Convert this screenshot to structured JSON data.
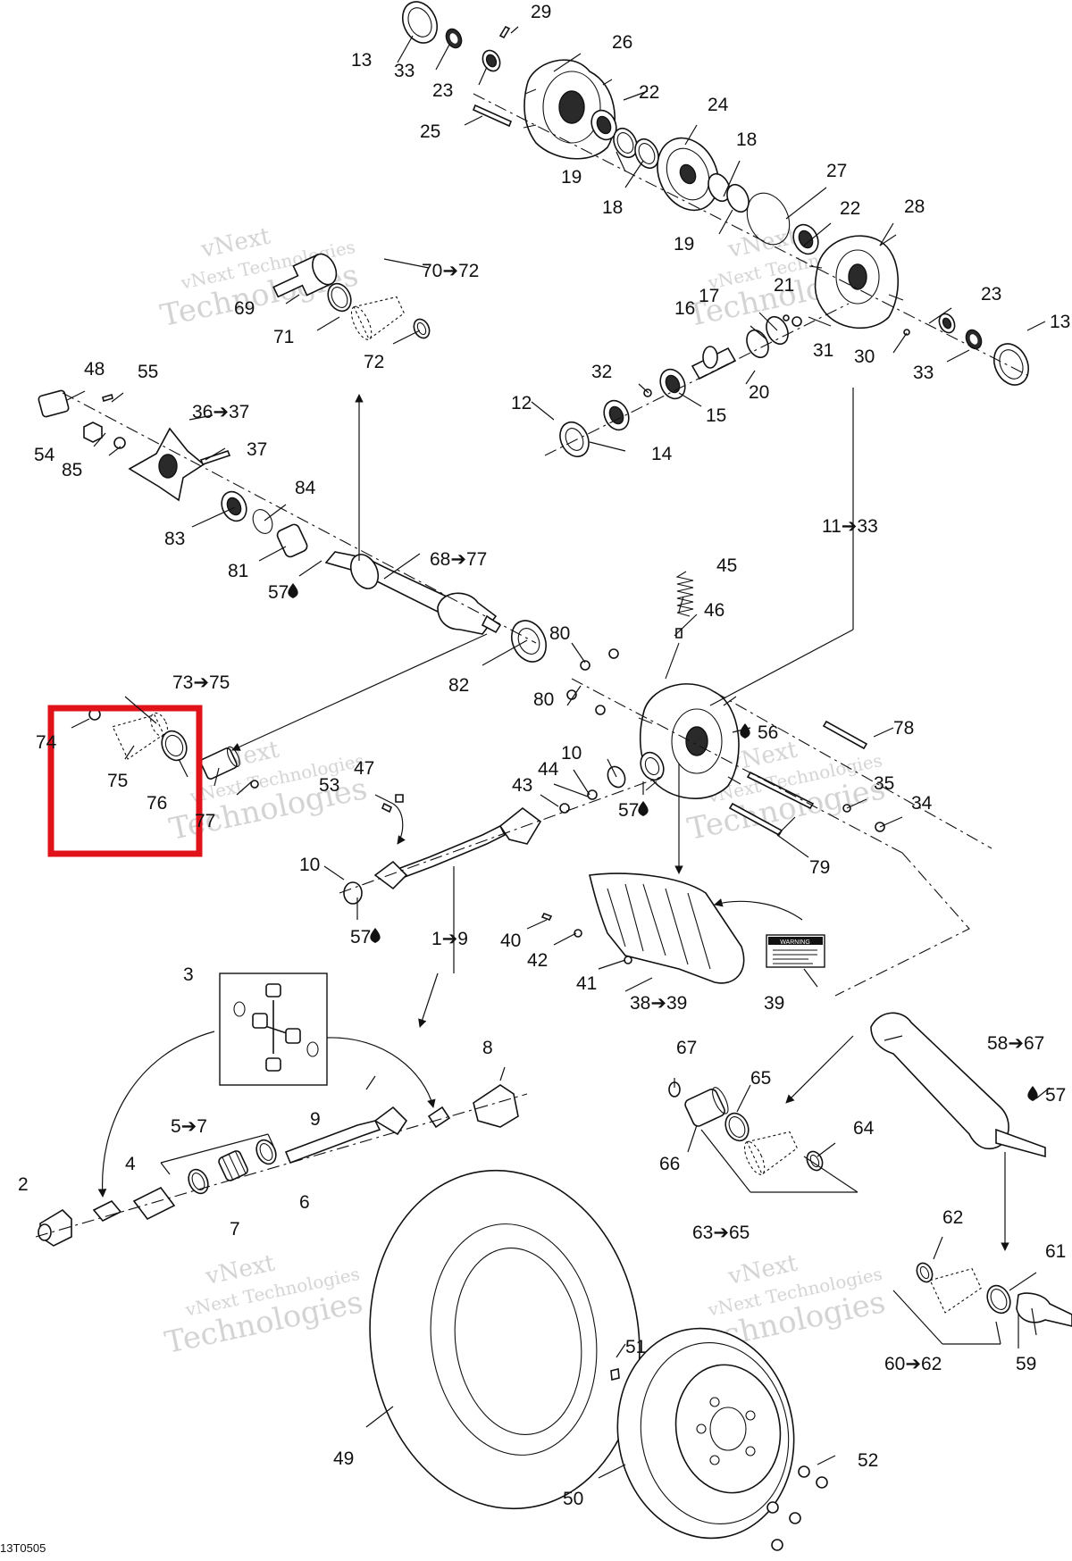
{
  "diagram": {
    "code": "13T0505",
    "highlight_label": "highlight-box",
    "watermark": {
      "line1": "vNext",
      "line2": "vNext Technologies",
      "line3": "Technologies"
    },
    "labels": [
      {
        "id": "l13a",
        "text": "13"
      },
      {
        "id": "l33a",
        "text": "33"
      },
      {
        "id": "l23a",
        "text": "23"
      },
      {
        "id": "l29",
        "text": "29"
      },
      {
        "id": "l26",
        "text": "26"
      },
      {
        "id": "l22a",
        "text": "22"
      },
      {
        "id": "l25",
        "text": "25"
      },
      {
        "id": "l24",
        "text": "24"
      },
      {
        "id": "l18a",
        "text": "18"
      },
      {
        "id": "l19a",
        "text": "19"
      },
      {
        "id": "l18b",
        "text": "18"
      },
      {
        "id": "l27",
        "text": "27"
      },
      {
        "id": "l19b",
        "text": "19"
      },
      {
        "id": "l22b",
        "text": "22"
      },
      {
        "id": "l28",
        "text": "28"
      },
      {
        "id": "l70",
        "text": "70➔72"
      },
      {
        "id": "l69",
        "text": "69"
      },
      {
        "id": "l71",
        "text": "71"
      },
      {
        "id": "l72",
        "text": "72"
      },
      {
        "id": "l17",
        "text": "17"
      },
      {
        "id": "l21",
        "text": "21"
      },
      {
        "id": "l16",
        "text": "16"
      },
      {
        "id": "l23b",
        "text": "23"
      },
      {
        "id": "l13b",
        "text": "13"
      },
      {
        "id": "l31",
        "text": "31"
      },
      {
        "id": "l30",
        "text": "30"
      },
      {
        "id": "l33b",
        "text": "33"
      },
      {
        "id": "l32",
        "text": "32"
      },
      {
        "id": "l20",
        "text": "20"
      },
      {
        "id": "l12",
        "text": "12"
      },
      {
        "id": "l15",
        "text": "15"
      },
      {
        "id": "l14",
        "text": "14"
      },
      {
        "id": "l48",
        "text": "48"
      },
      {
        "id": "l55",
        "text": "55"
      },
      {
        "id": "l36",
        "text": "36➔37"
      },
      {
        "id": "l37",
        "text": "37"
      },
      {
        "id": "l54",
        "text": "54"
      },
      {
        "id": "l85",
        "text": "85"
      },
      {
        "id": "l84",
        "text": "84"
      },
      {
        "id": "l83",
        "text": "83"
      },
      {
        "id": "l81",
        "text": "81"
      },
      {
        "id": "l11",
        "text": "11➔33"
      },
      {
        "id": "l68",
        "text": "68➔77"
      },
      {
        "id": "l57a",
        "text": "57"
      },
      {
        "id": "l45",
        "text": "45"
      },
      {
        "id": "l46",
        "text": "46"
      },
      {
        "id": "l80a",
        "text": "80"
      },
      {
        "id": "l82",
        "text": "82"
      },
      {
        "id": "l73",
        "text": "73➔75"
      },
      {
        "id": "l74",
        "text": "74"
      },
      {
        "id": "l75",
        "text": "75"
      },
      {
        "id": "l76",
        "text": "76"
      },
      {
        "id": "l77",
        "text": "77"
      },
      {
        "id": "l47",
        "text": "47"
      },
      {
        "id": "l53",
        "text": "53"
      },
      {
        "id": "l80b",
        "text": "80"
      },
      {
        "id": "l78",
        "text": "78"
      },
      {
        "id": "l56",
        "text": "56"
      },
      {
        "id": "l10a",
        "text": "10"
      },
      {
        "id": "l44",
        "text": "44"
      },
      {
        "id": "l43",
        "text": "43"
      },
      {
        "id": "l57b",
        "text": "57"
      },
      {
        "id": "l35",
        "text": "35"
      },
      {
        "id": "l34",
        "text": "34"
      },
      {
        "id": "l79",
        "text": "79"
      },
      {
        "id": "l10b",
        "text": "10"
      },
      {
        "id": "l57c",
        "text": "57"
      },
      {
        "id": "l1",
        "text": "1➔9"
      },
      {
        "id": "l40",
        "text": "40"
      },
      {
        "id": "l42",
        "text": "42"
      },
      {
        "id": "l41",
        "text": "41"
      },
      {
        "id": "l38",
        "text": "38➔39"
      },
      {
        "id": "l39",
        "text": "39"
      },
      {
        "id": "l3",
        "text": "3"
      },
      {
        "id": "l8",
        "text": "8"
      },
      {
        "id": "l58",
        "text": "58➔67"
      },
      {
        "id": "l67",
        "text": "67"
      },
      {
        "id": "l65",
        "text": "65"
      },
      {
        "id": "l57d",
        "text": "57"
      },
      {
        "id": "l5",
        "text": "5➔7"
      },
      {
        "id": "l9",
        "text": "9"
      },
      {
        "id": "l64",
        "text": "64"
      },
      {
        "id": "l66",
        "text": "66"
      },
      {
        "id": "l4",
        "text": "4"
      },
      {
        "id": "l2",
        "text": "2"
      },
      {
        "id": "l6",
        "text": "6"
      },
      {
        "id": "l7",
        "text": "7"
      },
      {
        "id": "l63",
        "text": "63➔65"
      },
      {
        "id": "l62",
        "text": "62"
      },
      {
        "id": "l61",
        "text": "61"
      },
      {
        "id": "l60",
        "text": "60➔62"
      },
      {
        "id": "l59",
        "text": "59"
      },
      {
        "id": "l51",
        "text": "51"
      },
      {
        "id": "l49",
        "text": "49"
      },
      {
        "id": "l52",
        "text": "52"
      },
      {
        "id": "l50",
        "text": "50"
      }
    ],
    "warning_label": {
      "title": "WARNING"
    }
  }
}
